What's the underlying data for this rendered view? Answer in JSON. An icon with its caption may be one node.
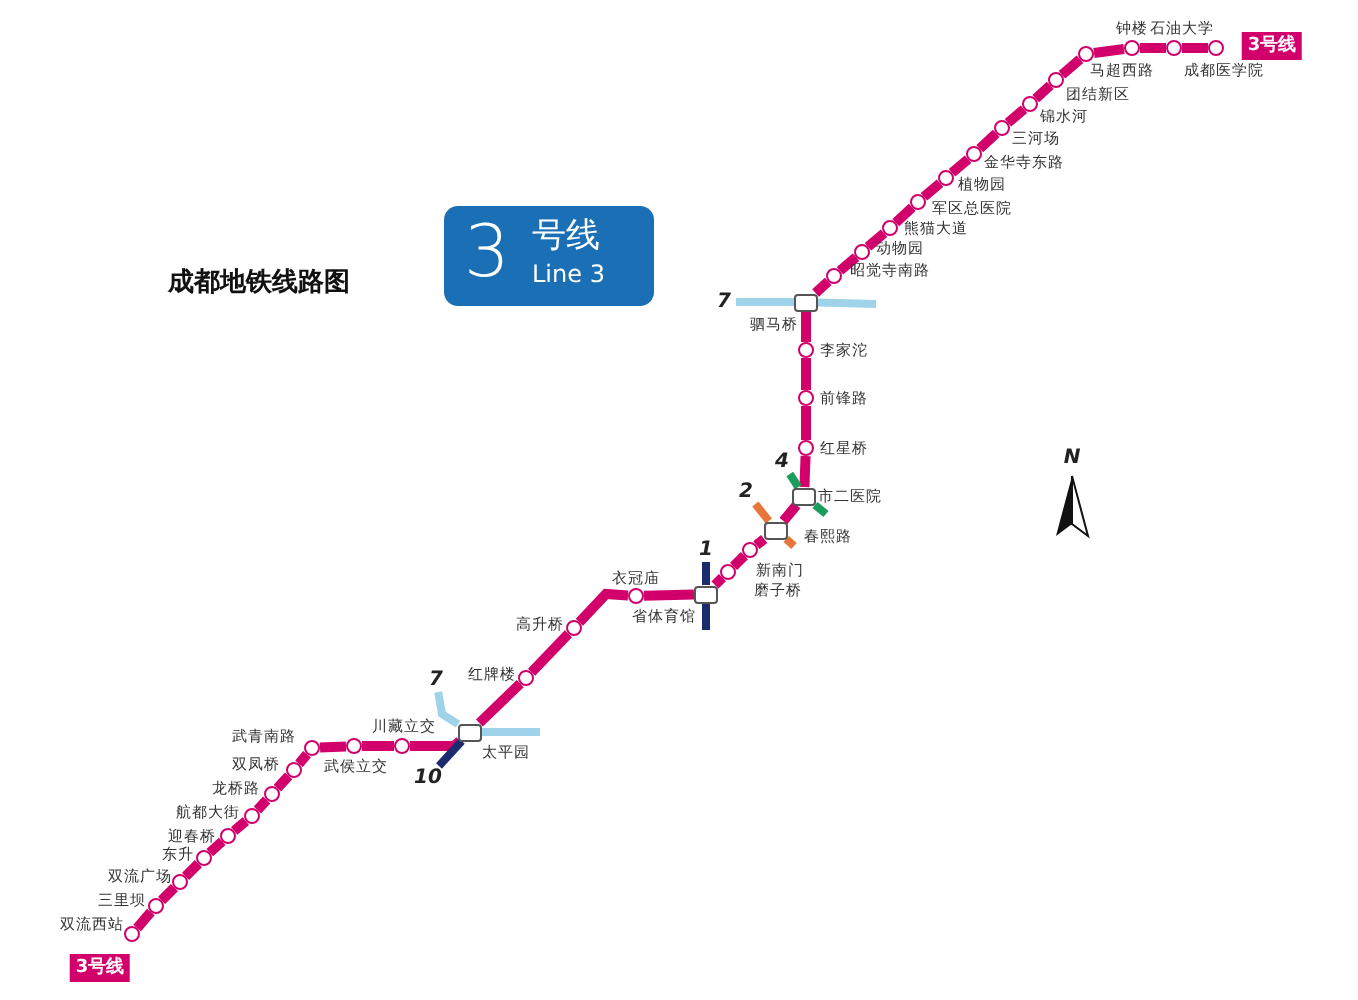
{
  "diagram": {
    "title": "成都地铁线路图",
    "nodes": [
      {
        "text": [
          "3",
          "号线",
          "Line 3"
        ]
      },
      {
        "text": [],
        "shape": "circle",
        "beside": [
          "成都医学院"
        ]
      },
      {
        "text": [],
        "shape": "circle",
        "beside": [
          "石油大学"
        ]
      },
      {
        "text": [],
        "shape": "circle",
        "beside": [
          "钟楼"
        ]
      },
      {
        "text": [],
        "shape": "circle",
        "beside": [
          "马超西路"
        ]
      },
      {
        "text": [],
        "shape": "circle",
        "beside": [
          "团结新区"
        ]
      },
      {
        "text": [],
        "shape": "circle",
        "beside": [
          "锦水河"
        ]
      },
      {
        "text": [],
        "shape": "circle",
        "beside": [
          "三河场"
        ]
      },
      {
        "text": [],
        "shape": "circle",
        "beside": [
          "金华寺东路"
        ]
      },
      {
        "text": [],
        "shape": "circle",
        "beside": [
          "植物园"
        ]
      },
      {
        "text": [],
        "shape": "circle",
        "beside": [
          "军区总医院"
        ]
      },
      {
        "text": [],
        "shape": "circle",
        "beside": [
          "熊猫大道"
        ]
      },
      {
        "text": [],
        "shape": "circle",
        "beside": [
          "动物园"
        ]
      },
      {
        "text": [],
        "shape": "circle",
        "beside": [
          "昭觉寺南路"
        ]
      },
      {
        "text": [],
        "shape": "box",
        "beside": [
          "驷马桥"
        ]
      },
      {
        "text": [],
        "shape": "circle",
        "beside": [
          "李家沱"
        ]
      },
      {
        "text": [],
        "shape": "circle",
        "beside": [
          "前锋路"
        ]
      },
      {
        "text": [],
        "shape": "circle",
        "beside": [
          "红星桥"
        ]
      },
      {
        "text": [],
        "shape": "box",
        "beside": [
          "市二医院"
        ]
      },
      {
        "text": [],
        "shape": "box",
        "beside": [
          "春熙路"
        ]
      },
      {
        "text": [],
        "shape": "circle",
        "beside": [
          "新南门"
        ]
      },
      {
        "text": [],
        "shape": "circle",
        "beside": [
          "磨子桥"
        ]
      },
      {
        "text": [],
        "shape": "box",
        "beside": [
          "省体育馆"
        ]
      },
      {
        "text": [],
        "shape": "circle",
        "beside": [
          "衣冠庙"
        ]
      },
      {
        "text": [],
        "shape": "circle",
        "beside": [
          "高升桥"
        ]
      },
      {
        "text": [],
        "shape": "circle",
        "beside": [
          "红牌楼"
        ]
      },
      {
        "text": [],
        "shape": "box",
        "beside": [
          "太平园"
        ]
      },
      {
        "text": [],
        "shape": "circle",
        "beside": [
          "川藏立交"
        ]
      },
      {
        "text": [],
        "shape": "circle",
        "beside": [
          "武侯立交"
        ]
      },
      {
        "text": [],
        "shape": "circle",
        "beside": [
          "武青南路"
        ]
      },
      {
        "text": [],
        "shape": "circle",
        "beside": [
          "双凤桥"
        ]
      },
      {
        "text": [],
        "shape": "circle",
        "beside": [
          "龙桥路"
        ]
      },
      {
        "text": [],
        "shape": "circle",
        "beside": [
          "航都大街"
        ]
      },
      {
        "text": [],
        "shape": "circle",
        "beside": [
          "迎春桥"
        ]
      },
      {
        "text": [],
        "shape": "circle",
        "beside": [
          "东升"
        ]
      },
      {
        "text": [],
        "shape": "circle",
        "beside": [
          "双流广场"
        ]
      },
      {
        "text": [],
        "shape": "circle",
        "beside": [
          "三里坝"
        ]
      },
      {
        "text": [],
        "shape": "circle",
        "beside": [
          "双流西站"
        ]
      },
      {
        "text": [
          "7"
        ]
      },
      {
        "text": [
          "4"
        ]
      },
      {
        "text": [
          "2"
        ]
      },
      {
        "text": [
          "1"
        ]
      },
      {
        "text": [
          "7"
        ]
      },
      {
        "text": [
          "10"
        ]
      }
    ],
    "edges": [
      {
        "from": 1,
        "to": 2,
        "arrow": "none"
      },
      {
        "from": 2,
        "to": 3,
        "arrow": "none"
      },
      {
        "from": 3,
        "to": 4,
        "arrow": "none"
      },
      {
        "from": 4,
        "to": 5,
        "arrow": "none"
      },
      {
        "from": 5,
        "to": 6,
        "arrow": "none"
      },
      {
        "from": 6,
        "to": 7,
        "arrow": "none"
      },
      {
        "from": 7,
        "to": 8,
        "arrow": "none"
      },
      {
        "from": 8,
        "to": 9,
        "arrow": "none"
      },
      {
        "from": 9,
        "to": 10,
        "arrow": "none"
      },
      {
        "from": 10,
        "to": 11,
        "arrow": "none"
      },
      {
        "from": 11,
        "to": 12,
        "arrow": "none"
      },
      {
        "from": 12,
        "to": 13,
        "arrow": "none"
      },
      {
        "from": 13,
        "to": 14,
        "arrow": "none"
      },
      {
        "from": 14,
        "to": 15,
        "arrow": "none"
      },
      {
        "from": 15,
        "to": 16,
        "arrow": "none"
      },
      {
        "from": 16,
        "to": 17,
        "arrow": "none"
      },
      {
        "from": 17,
        "to": 18,
        "arrow": "none"
      },
      {
        "from": 18,
        "to": 19,
        "arrow": "none"
      },
      {
        "from": 19,
        "to": 20,
        "arrow": "none"
      },
      {
        "from": 20,
        "to": 21,
        "arrow": "none"
      },
      {
        "from": 21,
        "to": 22,
        "arrow": "none"
      },
      {
        "from": 22,
        "to": 23,
        "arrow": "none"
      },
      {
        "from": 23,
        "to": 24,
        "arrow": "none"
      },
      {
        "from": 24,
        "to": 25,
        "arrow": "none"
      },
      {
        "from": 25,
        "to": 26,
        "arrow": "none"
      },
      {
        "from": 26,
        "to": 27,
        "arrow": "none"
      },
      {
        "from": 27,
        "to": 28,
        "arrow": "none"
      },
      {
        "from": 28,
        "to": 29,
        "arrow": "none"
      },
      {
        "from": 29,
        "to": 30,
        "arrow": "none"
      },
      {
        "from": 30,
        "to": 31,
        "arrow": "none"
      },
      {
        "from": 31,
        "to": 32,
        "arrow": "none"
      },
      {
        "from": 32,
        "to": 33,
        "arrow": "none"
      },
      {
        "from": 33,
        "to": 34,
        "arrow": "none"
      },
      {
        "from": 34,
        "to": 35,
        "arrow": "none"
      },
      {
        "from": 35,
        "to": 36,
        "arrow": "none"
      },
      {
        "from": 36,
        "to": 37,
        "arrow": "none"
      },
      {
        "from": 38,
        "to": 14,
        "arrow": "none",
        "color": "#9fd3ea"
      },
      {
        "from": 14,
        "to": null,
        "arrow": "none",
        "color": "#9fd3ea"
      },
      {
        "from": 39,
        "to": 18,
        "arrow": "none",
        "color": "#1a9c5a"
      },
      {
        "from": 18,
        "to": null,
        "arrow": "none",
        "color": "#1a9c5a"
      },
      {
        "from": 40,
        "to": 19,
        "arrow": "none",
        "color": "#e8753a"
      },
      {
        "from": 19,
        "to": null,
        "arrow": "none",
        "color": "#e8753a"
      },
      {
        "from": 41,
        "to": 22,
        "arrow": "none",
        "color": "#1c2a6e"
      },
      {
        "from": 22,
        "to": null,
        "arrow": "none",
        "color": "#1c2a6e"
      },
      {
        "from": 42,
        "to": 26,
        "arrow": "none",
        "color": "#9fd3ea"
      },
      {
        "from": 26,
        "to": null,
        "arrow": "none",
        "color": "#9fd3ea"
      },
      {
        "from": 43,
        "to": 26,
        "arrow": "none",
        "color": "#1c2a6e"
      }
    ],
    "labels": [
      "3号线",
      "N",
      "3号线"
    ]
  }
}
